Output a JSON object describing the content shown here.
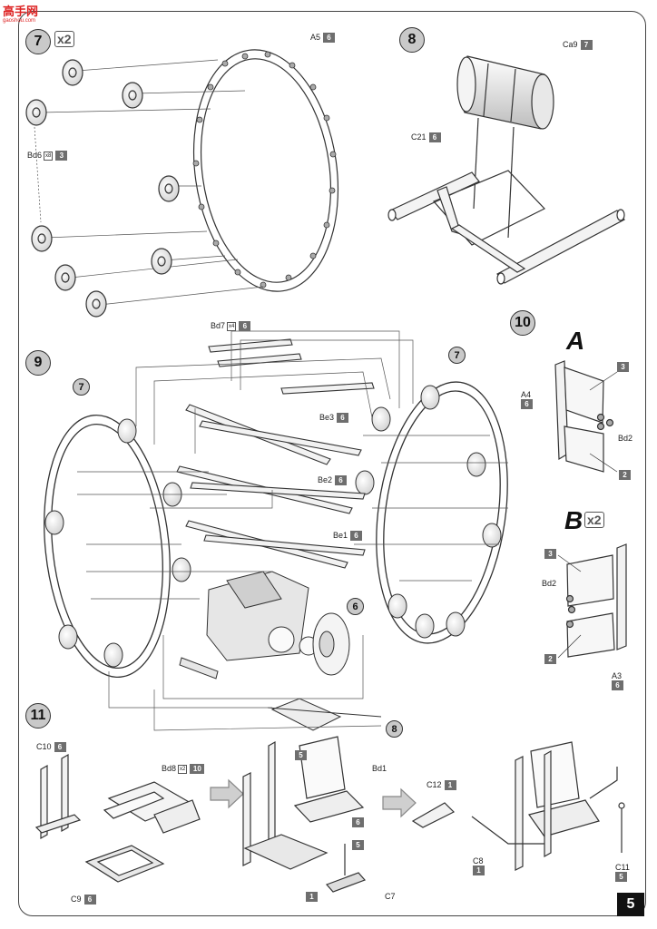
{
  "watermark": {
    "text": "高手网",
    "url": "gaoshou.com"
  },
  "page_number": "5",
  "steps": [
    {
      "number": "7",
      "quantity": "x2"
    },
    {
      "number": "8"
    },
    {
      "number": "9"
    },
    {
      "number": "10"
    },
    {
      "number": "11"
    }
  ],
  "variants": {
    "a": "A",
    "b": "B",
    "b_quantity": "x2"
  },
  "callouts": {
    "seven": "7",
    "six": "6",
    "eight": "8"
  },
  "parts": {
    "a5": {
      "name": "A5",
      "num": "6"
    },
    "bd6": {
      "name": "Bd6",
      "mult": "x8",
      "num": "3"
    },
    "ca9": {
      "name": "Ca9",
      "num": "7"
    },
    "c21": {
      "name": "C21",
      "num": "6"
    },
    "bd7": {
      "name": "Bd7",
      "mult": "x4",
      "num": "6"
    },
    "be3": {
      "name": "Be3",
      "num": "6"
    },
    "be2": {
      "name": "Be2",
      "num": "6"
    },
    "be1": {
      "name": "Be1",
      "num": "6"
    },
    "a4": {
      "name": "A4",
      "num": "6"
    },
    "bd2_a": {
      "name": "Bd2"
    },
    "num3_a": {
      "num": "3"
    },
    "num2_a": {
      "num": "2"
    },
    "num3_b": {
      "num": "3"
    },
    "bd2_b": {
      "name": "Bd2"
    },
    "num2_b": {
      "num": "2"
    },
    "a3": {
      "name": "A3",
      "num": "6"
    },
    "c10": {
      "name": "C10",
      "num": "6"
    },
    "bd8": {
      "name": "Bd8",
      "mult": "x2",
      "num": "10"
    },
    "c9": {
      "name": "C9",
      "num": "6"
    },
    "num5_seat": {
      "num": "5"
    },
    "bd1": {
      "name": "Bd1",
      "num": "6"
    },
    "num5_lever": {
      "num": "5"
    },
    "c7": {
      "name": "C7",
      "num": "1"
    },
    "c12": {
      "name": "C12",
      "num": "1"
    },
    "c8": {
      "name": "C8",
      "num": "1"
    },
    "c11": {
      "name": "C11",
      "num": "5"
    }
  }
}
